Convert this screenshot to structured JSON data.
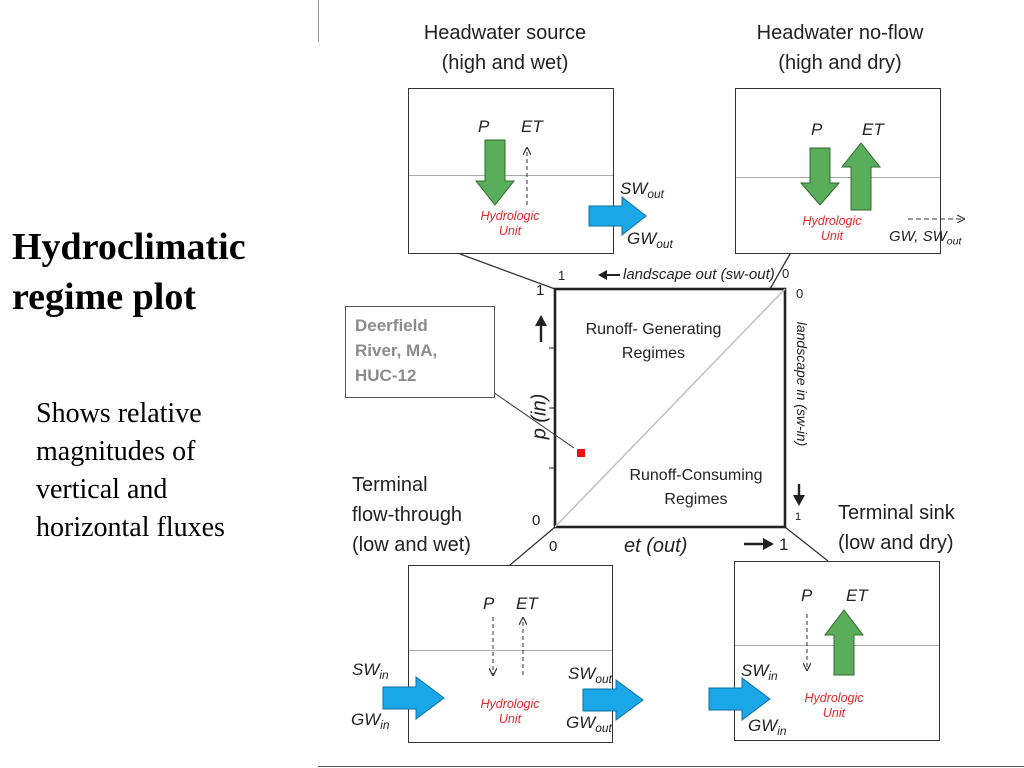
{
  "slide": {
    "title_line1": "Hydroclimatic",
    "title_line2": "regime plot",
    "body_line1": "Shows relative",
    "body_line2": "magnitudes of",
    "body_line3": "vertical and",
    "body_line4": "horizontal fluxes"
  },
  "quadrants": {
    "top_left": {
      "title_line1": "Headwater source",
      "title_line2": "(high and wet)"
    },
    "top_right": {
      "title_line1": "Headwater no-flow",
      "title_line2": "(high and dry)"
    },
    "bottom_left": {
      "title_line1": "Terminal",
      "title_line2": "flow-through",
      "title_line3": "(low and wet)"
    },
    "bottom_right": {
      "title_line1": "Terminal sink",
      "title_line2": "(low and dry)"
    }
  },
  "flux_labels": {
    "p": "P",
    "et": "ET",
    "sw": "SW",
    "gw": "GW",
    "out": "out",
    "in": "in",
    "gw_sw_prefix": "GW, SW",
    "hydrologic": "Hydrologic",
    "unit": "Unit"
  },
  "regime_plot": {
    "top_axis_label": "landscape out (sw-out)",
    "right_axis_label": "landscape in (sw-in)",
    "x_axis_label": "et (out)",
    "y_axis_label": "p (in)",
    "upper_region_line1": "Runoff- Generating",
    "upper_region_line2": "Regimes",
    "lower_region_line1": "Runoff-Consuming",
    "lower_region_line2": "Regimes",
    "tick_zero": "0",
    "tick_one": "1"
  },
  "callout": {
    "line1": "Deerfield",
    "line2": "River, MA,",
    "line3": "HUC-12"
  },
  "colors": {
    "precip_arrow": "#5aad5a",
    "lateral_arrow": "#1aa7e8",
    "hydrologic_unit_text": "#e8262b",
    "data_point": "#ee1111"
  }
}
